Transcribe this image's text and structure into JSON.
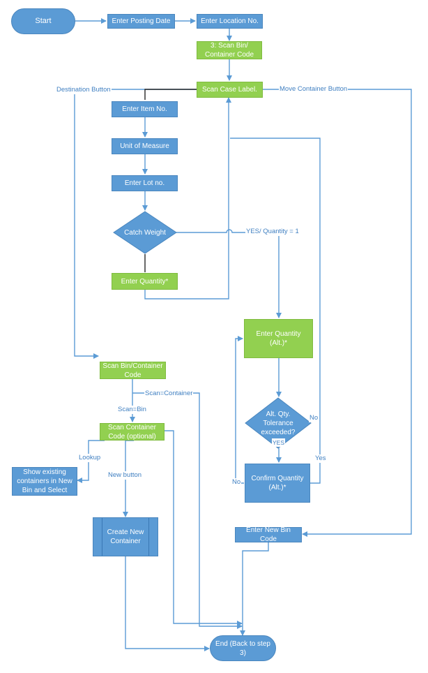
{
  "nodes": {
    "start": "Start",
    "posting_date": "Enter Posting Date",
    "location_no": "Enter Location No.",
    "scan_bin_container": "3: Scan Bin/ Container Code",
    "scan_case_label": "Scan Case Label.",
    "item_no": "Enter Item No.",
    "unit_of_measure": "Unit of Measure",
    "lot_no": "Enter Lot no.",
    "catch_weight": "Catch Weight",
    "enter_quantity": "Enter Quantity*",
    "enter_quantity_alt": "Enter Quantity (Alt.)*",
    "tolerance_decision": "Alt. Qty. Tolerance exceeded?",
    "confirm_quantity": "Confirm Quantity (Alt.)*",
    "scan_bin_container_code": "Scan Bin/Container Code",
    "scan_container_optional": "Scan Container Code (optional)",
    "show_existing": "Show existing containers in New Bin and Select",
    "create_new_container": "Create New Container",
    "enter_new_bin": "Enter New Bin Code",
    "end": "End (Back to step 3)"
  },
  "edge_labels": {
    "destination_button": "Destination Button",
    "move_container_button": "Move Container Button",
    "yes_quantity": "YES/ Quantity = 1",
    "scan_container": "Scan=Container",
    "scan_bin": "Scan=Bin",
    "lookup": "Lookup",
    "new_button": "New button",
    "yes_upper": "YES",
    "no_right": "No",
    "yes_right": "Yes",
    "no_left": "No"
  },
  "colors": {
    "process_blue": "#5b9bd5",
    "input_green": "#92d050",
    "connector": "#5b9bd5",
    "label_text": "#3f7fc1"
  }
}
